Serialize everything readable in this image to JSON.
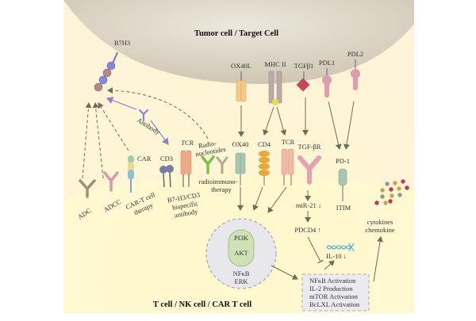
{
  "titles": {
    "tumor_cell": "Tumor cell /  Target Cell",
    "effector_cell": "T cell / NK cell / CAR T cell"
  },
  "tumor_ligands": {
    "b7h3": "B7H3",
    "ox40l": "OX40L",
    "mhc2": "MHC II",
    "tgfb1": "TGFβ1",
    "pdl1": "PDL1",
    "pdl2": "PDL2"
  },
  "therapies": {
    "antibody": "Antibody",
    "adc": "ADC",
    "adcc": "ADCC",
    "car": "CAR",
    "cart_line1": "CAR-T cell",
    "cart_line2": "therapy",
    "cd3": "CD3",
    "tcr_top": "TCR",
    "bispecific_line1": "B7-H3/CD3",
    "bispecific_line2": "bispecific",
    "bispecific_line3": "antibody",
    "radio_line1": "Radio-",
    "radio_line2": "nucleotides",
    "radioimmuno_line1": "radioimmuno-",
    "radioimmuno_line2": "therapy"
  },
  "receptors": {
    "ox40": "OX40",
    "cd4": "CD4",
    "tcr": "TCR",
    "tgfbr": "TGF-βR",
    "pd1": "PD-1",
    "itim": "ITIM"
  },
  "signaling": {
    "pi3k": "PI3K",
    "akt": "AKT",
    "nfkb": "NFκB",
    "erk": "ERK",
    "mir21": "miR-21 ↓",
    "pdcd4": "PDCD4 ↑",
    "il10": "IL-10 ↓",
    "cytokines_line1": "cytokines",
    "cytokines_line2": "chemokine"
  },
  "outcomes": [
    "NFκB Activation",
    "IL-2 Production",
    "mTOR Activation",
    "BcLXL Activation"
  ],
  "colors": {
    "tumor_fill": "#d9d2c2",
    "effector_fill": "#fdf7d6",
    "arrow": "#6e6e55",
    "b7h3_blue": "#8a86d6",
    "b7h3_mauve": "#b08a8a",
    "pink_receptor": "#e29aae",
    "tgfb1_red": "#c8485a",
    "tgfbr_pink": "#e5a2b4",
    "green_receptor": "#a9c6b2",
    "orange_tcr": "#eeaa86",
    "cd4_orange": "#e9a83c",
    "ox40l_orange": "#f5c98a",
    "akt_green": "#cfe2b5",
    "signal_circle": "#e8e8ec"
  }
}
